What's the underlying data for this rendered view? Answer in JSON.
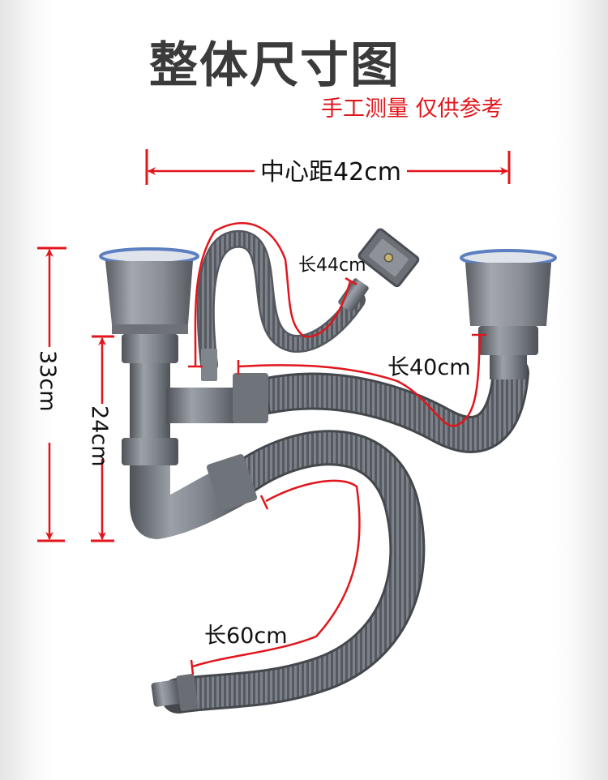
{
  "title": "整体尺寸图",
  "subtitle": "手工测量 仅供参考",
  "colors": {
    "title": "#3b3b3b",
    "subtitle": "#e0161c",
    "dimension_line": "#e0161c",
    "pipe": "#7b8088",
    "pipe_dark": "#5d6168",
    "strainer_rim": "#5b7fc0"
  },
  "dimensions": {
    "center_distance": "中心距42cm",
    "total_height": "33cm",
    "tee_height": "24cm",
    "overflow_hose": "长44cm",
    "connector_hose": "长40cm",
    "outlet_hose": "长60cm"
  },
  "components": [
    {
      "name": "left-sink-strainer"
    },
    {
      "name": "right-sink-strainer"
    },
    {
      "name": "tee-pipe"
    },
    {
      "name": "overflow-hose-with-rectangular-outlet"
    },
    {
      "name": "connector-hose"
    },
    {
      "name": "outlet-drain-hose"
    }
  ]
}
